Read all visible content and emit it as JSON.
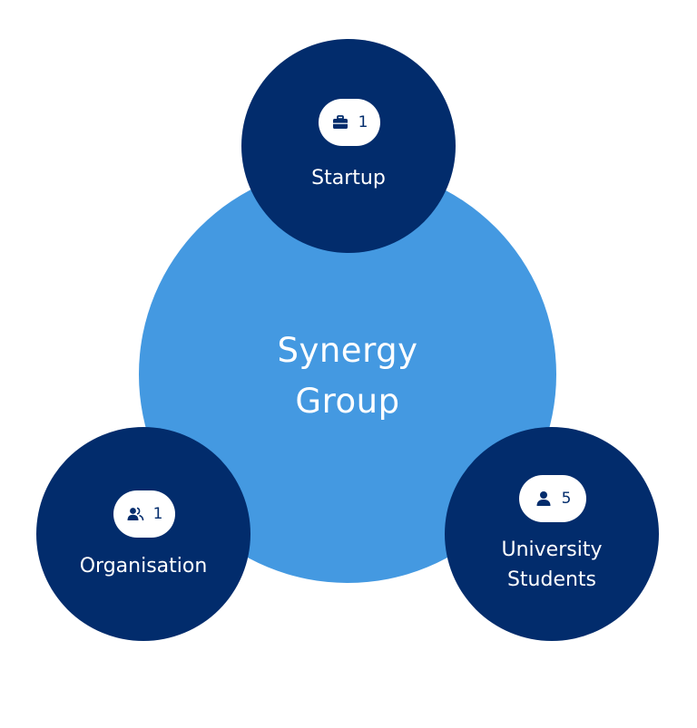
{
  "center": {
    "title_line1": "Synergy",
    "title_line2": "Group",
    "color": "#4499e1"
  },
  "nodes": [
    {
      "label": "Startup",
      "count": "1",
      "icon": "briefcase-icon"
    },
    {
      "label": "Organisation",
      "count": "1",
      "icon": "users-icon"
    },
    {
      "label_line1": "University",
      "label_line2": "Students",
      "count": "5",
      "icon": "user-icon"
    }
  ],
  "colors": {
    "node": "#022c6c",
    "pill": "#ffffff",
    "text": "#ffffff"
  }
}
